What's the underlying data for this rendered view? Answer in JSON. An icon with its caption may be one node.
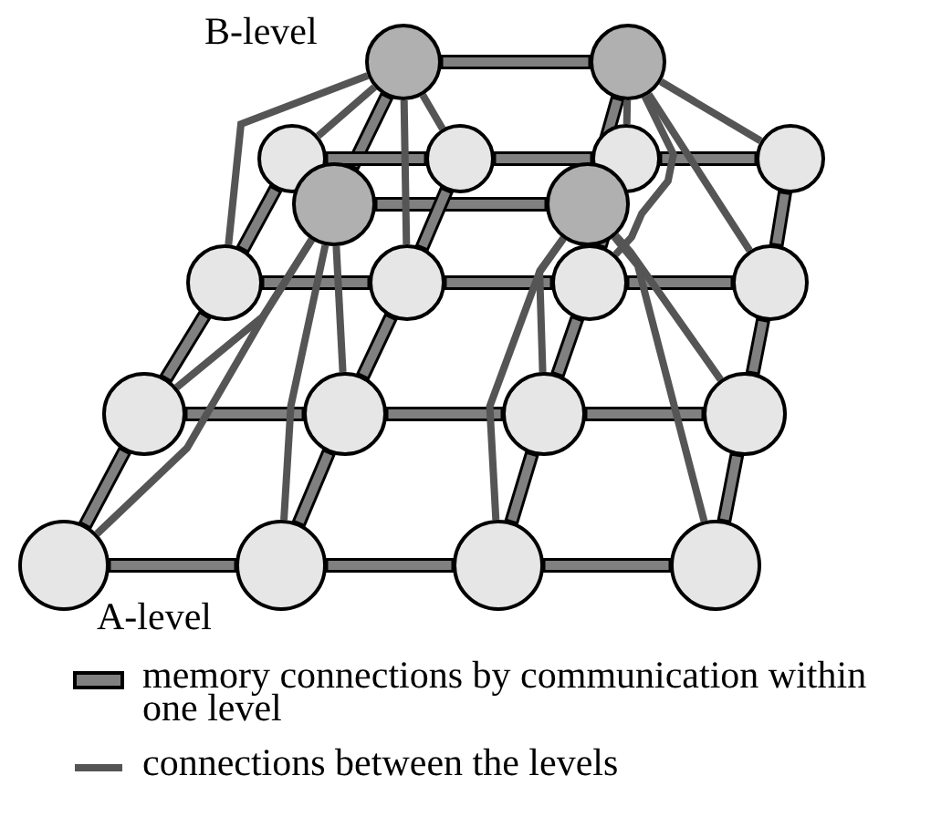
{
  "diagram": {
    "nodes": [
      {
        "text": [],
        "shape": "circle"
      },
      {
        "text": [],
        "shape": "circle"
      },
      {
        "text": [],
        "shape": "circle"
      },
      {
        "text": [],
        "shape": "circle"
      },
      {
        "text": [],
        "shape": "circle"
      },
      {
        "text": [],
        "shape": "circle"
      },
      {
        "text": [],
        "shape": "circle"
      },
      {
        "text": [],
        "shape": "circle"
      },
      {
        "text": [],
        "shape": "circle"
      },
      {
        "text": [],
        "shape": "circle"
      },
      {
        "text": [],
        "shape": "circle"
      },
      {
        "text": [],
        "shape": "circle"
      },
      {
        "text": [],
        "shape": "circle"
      },
      {
        "text": [],
        "shape": "circle"
      },
      {
        "text": [],
        "shape": "circle"
      },
      {
        "text": [],
        "shape": "circle"
      },
      {
        "text": [],
        "shape": "circle"
      },
      {
        "text": [],
        "shape": "circle"
      },
      {
        "text": [],
        "shape": "circle"
      },
      {
        "text": [],
        "shape": "circle"
      }
    ],
    "edges": [
      {
        "from": 0,
        "to": 1,
        "arrow": "none"
      },
      {
        "from": 2,
        "to": 3,
        "arrow": "none"
      },
      {
        "from": 0,
        "to": 2,
        "arrow": "none"
      },
      {
        "from": 1,
        "to": 3,
        "arrow": "none"
      },
      {
        "from": 4,
        "to": 5,
        "arrow": "none"
      },
      {
        "from": 5,
        "to": 6,
        "arrow": "none"
      },
      {
        "from": 6,
        "to": 7,
        "arrow": "none"
      },
      {
        "from": 8,
        "to": 9,
        "arrow": "none"
      },
      {
        "from": 9,
        "to": 10,
        "arrow": "none"
      },
      {
        "from": 10,
        "to": 11,
        "arrow": "none"
      },
      {
        "from": 12,
        "to": 13,
        "arrow": "none"
      },
      {
        "from": 13,
        "to": 14,
        "arrow": "none"
      },
      {
        "from": 14,
        "to": 15,
        "arrow": "none"
      },
      {
        "from": 16,
        "to": 17,
        "arrow": "none"
      },
      {
        "from": 17,
        "to": 18,
        "arrow": "none"
      },
      {
        "from": 18,
        "to": 19,
        "arrow": "none"
      },
      {
        "from": 4,
        "to": 8,
        "arrow": "none"
      },
      {
        "from": 8,
        "to": 12,
        "arrow": "none"
      },
      {
        "from": 12,
        "to": 16,
        "arrow": "none"
      },
      {
        "from": 5,
        "to": 9,
        "arrow": "none"
      },
      {
        "from": 9,
        "to": 13,
        "arrow": "none"
      },
      {
        "from": 13,
        "to": 17,
        "arrow": "none"
      },
      {
        "from": 6,
        "to": 10,
        "arrow": "none"
      },
      {
        "from": 10,
        "to": 14,
        "arrow": "none"
      },
      {
        "from": 14,
        "to": 18,
        "arrow": "none"
      },
      {
        "from": 7,
        "to": 11,
        "arrow": "none"
      },
      {
        "from": 11,
        "to": 15,
        "arrow": "none"
      },
      {
        "from": 15,
        "to": 19,
        "arrow": "none"
      },
      {
        "from": 0,
        "to": 4,
        "arrow": "none",
        "color": "#555555"
      },
      {
        "from": 0,
        "to": 5,
        "arrow": "none",
        "color": "#555555"
      },
      {
        "from": 0,
        "to": 8,
        "arrow": "none",
        "color": "#555555"
      },
      {
        "from": 0,
        "to": 9,
        "arrow": "none",
        "color": "#555555"
      },
      {
        "from": 1,
        "to": 6,
        "arrow": "none",
        "color": "#555555"
      },
      {
        "from": 1,
        "to": 7,
        "arrow": "none",
        "color": "#555555"
      },
      {
        "from": 1,
        "to": 10,
        "arrow": "none",
        "color": "#555555"
      },
      {
        "from": 1,
        "to": 11,
        "arrow": "none",
        "color": "#555555"
      },
      {
        "from": 2,
        "to": 12,
        "arrow": "none",
        "color": "#555555"
      },
      {
        "from": 2,
        "to": 13,
        "arrow": "none",
        "color": "#555555"
      },
      {
        "from": 2,
        "to": 16,
        "arrow": "none",
        "color": "#555555"
      },
      {
        "from": 2,
        "to": 17,
        "arrow": "none",
        "color": "#555555"
      },
      {
        "from": 3,
        "to": 14,
        "arrow": "none",
        "color": "#555555"
      },
      {
        "from": 3,
        "to": 15,
        "arrow": "none",
        "color": "#555555"
      },
      {
        "from": 3,
        "to": 18,
        "arrow": "none",
        "color": "#555555"
      },
      {
        "from": 3,
        "to": 19,
        "arrow": "none",
        "color": "#555555"
      }
    ],
    "labels": [
      "B-level",
      "A-level"
    ],
    "legend": [
      {
        "text": "memory connections by communication within one level"
      },
      {
        "text": "connections between the levels"
      }
    ]
  }
}
